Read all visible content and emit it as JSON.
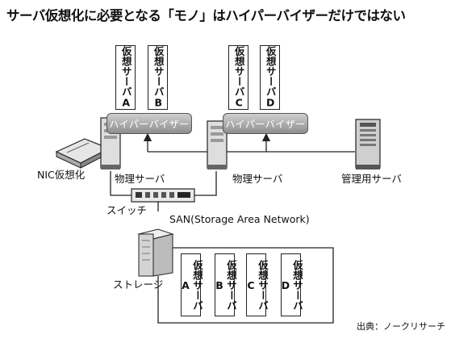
{
  "title": "サーバ仮想化に必要となる「モノ」はハイパーバイザーだけではない",
  "vms_left": [
    "仮想サーバA",
    "仮想サーバB"
  ],
  "vms_mid": [
    "仮想サーバC",
    "仮想サーバD"
  ],
  "vms_storage": [
    "仮想サーバA",
    "仮想サーバB",
    "仮想サーバC",
    "仮想サーバD"
  ],
  "hypervisor_label": "ハイパーバイザー",
  "labels": {
    "nic": "NIC仮想化",
    "server1": "物理サーバ",
    "server2": "物理サーバ",
    "mgmt": "管理用サーバ",
    "switch": "スイッチ",
    "san": "SAN(Storage Area Network)",
    "storage": "ストレージ",
    "source": "出典：ノークリサーチ"
  },
  "colors": {
    "hypervisor_top": "#cfcfcf",
    "hypervisor_bottom": "#8e8e8e"
  }
}
